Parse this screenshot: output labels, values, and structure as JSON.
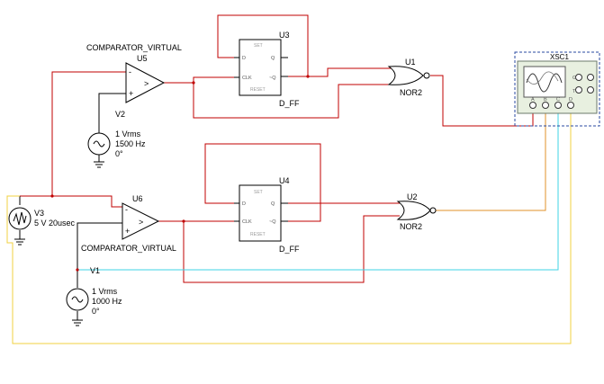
{
  "components": {
    "u5": {
      "ref": "U5",
      "model": "COMPARATOR_VIRTUAL"
    },
    "u6": {
      "ref": "U6",
      "model": "COMPARATOR_VIRTUAL"
    },
    "u3": {
      "ref": "U3",
      "model": "D_FF"
    },
    "u4": {
      "ref": "U4",
      "model": "D_FF"
    },
    "u1": {
      "ref": "U1",
      "model": "NOR2"
    },
    "u2": {
      "ref": "U2",
      "model": "NOR2"
    },
    "xsc1": {
      "ref": "XSC1"
    },
    "v1": {
      "ref": "V1",
      "line1": "1 Vrms",
      "line2": "1000 Hz",
      "line3": "0°"
    },
    "v2": {
      "ref": "V2",
      "line1": "1 Vrms",
      "line2": "1500 Hz",
      "line3": "0°"
    },
    "v3": {
      "ref": "V3",
      "line1": "5 V 20usec"
    }
  },
  "ff_pins": {
    "set": "SET",
    "d": "D",
    "clk": "CLK",
    "reset": "RESET",
    "q": "Q",
    "qbar": "~Q"
  },
  "comp_pins": {
    "plus": "+",
    "minus": "-",
    "gt": ">"
  },
  "scope_pins": {
    "a": "A",
    "b": "B",
    "c": "C",
    "d": "D",
    "g": "G",
    "t": "T"
  },
  "colors": {
    "wire_red": "#c00000",
    "wire_cyan": "#3fd3e6",
    "wire_orange": "#e0902a",
    "wire_yellow": "#f0d040",
    "scope_body": "#e8f0e0",
    "scope_border": "#2a4aa0"
  }
}
